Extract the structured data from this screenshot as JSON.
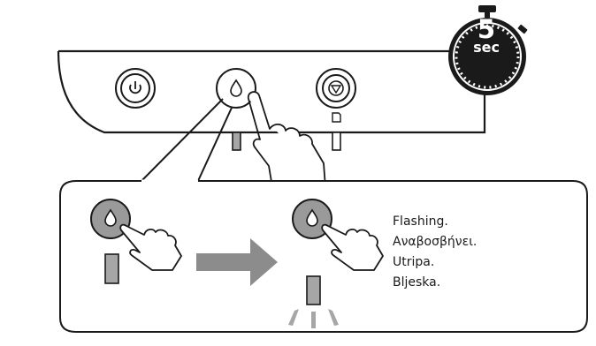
{
  "timer": {
    "value": "5",
    "unit": "sec"
  },
  "captions": [
    "Flashing.",
    "Αναβοσβήνει.",
    "Utripa.",
    "Bljeska."
  ],
  "icons": {
    "power": "power-icon",
    "ink": "ink-drop-icon",
    "stop": "stop-icon",
    "paper": "paper-icon",
    "hand": "pointing-hand-icon",
    "arrow": "arrow-right-icon",
    "stopwatch": "stopwatch-icon"
  },
  "colors": {
    "stroke": "#1a1a1a",
    "button_fill": "#9a9a9a",
    "led_fill": "#a6a6a6",
    "arrow_fill": "#8c8c8c",
    "timer_fill": "#1a1a1a"
  }
}
